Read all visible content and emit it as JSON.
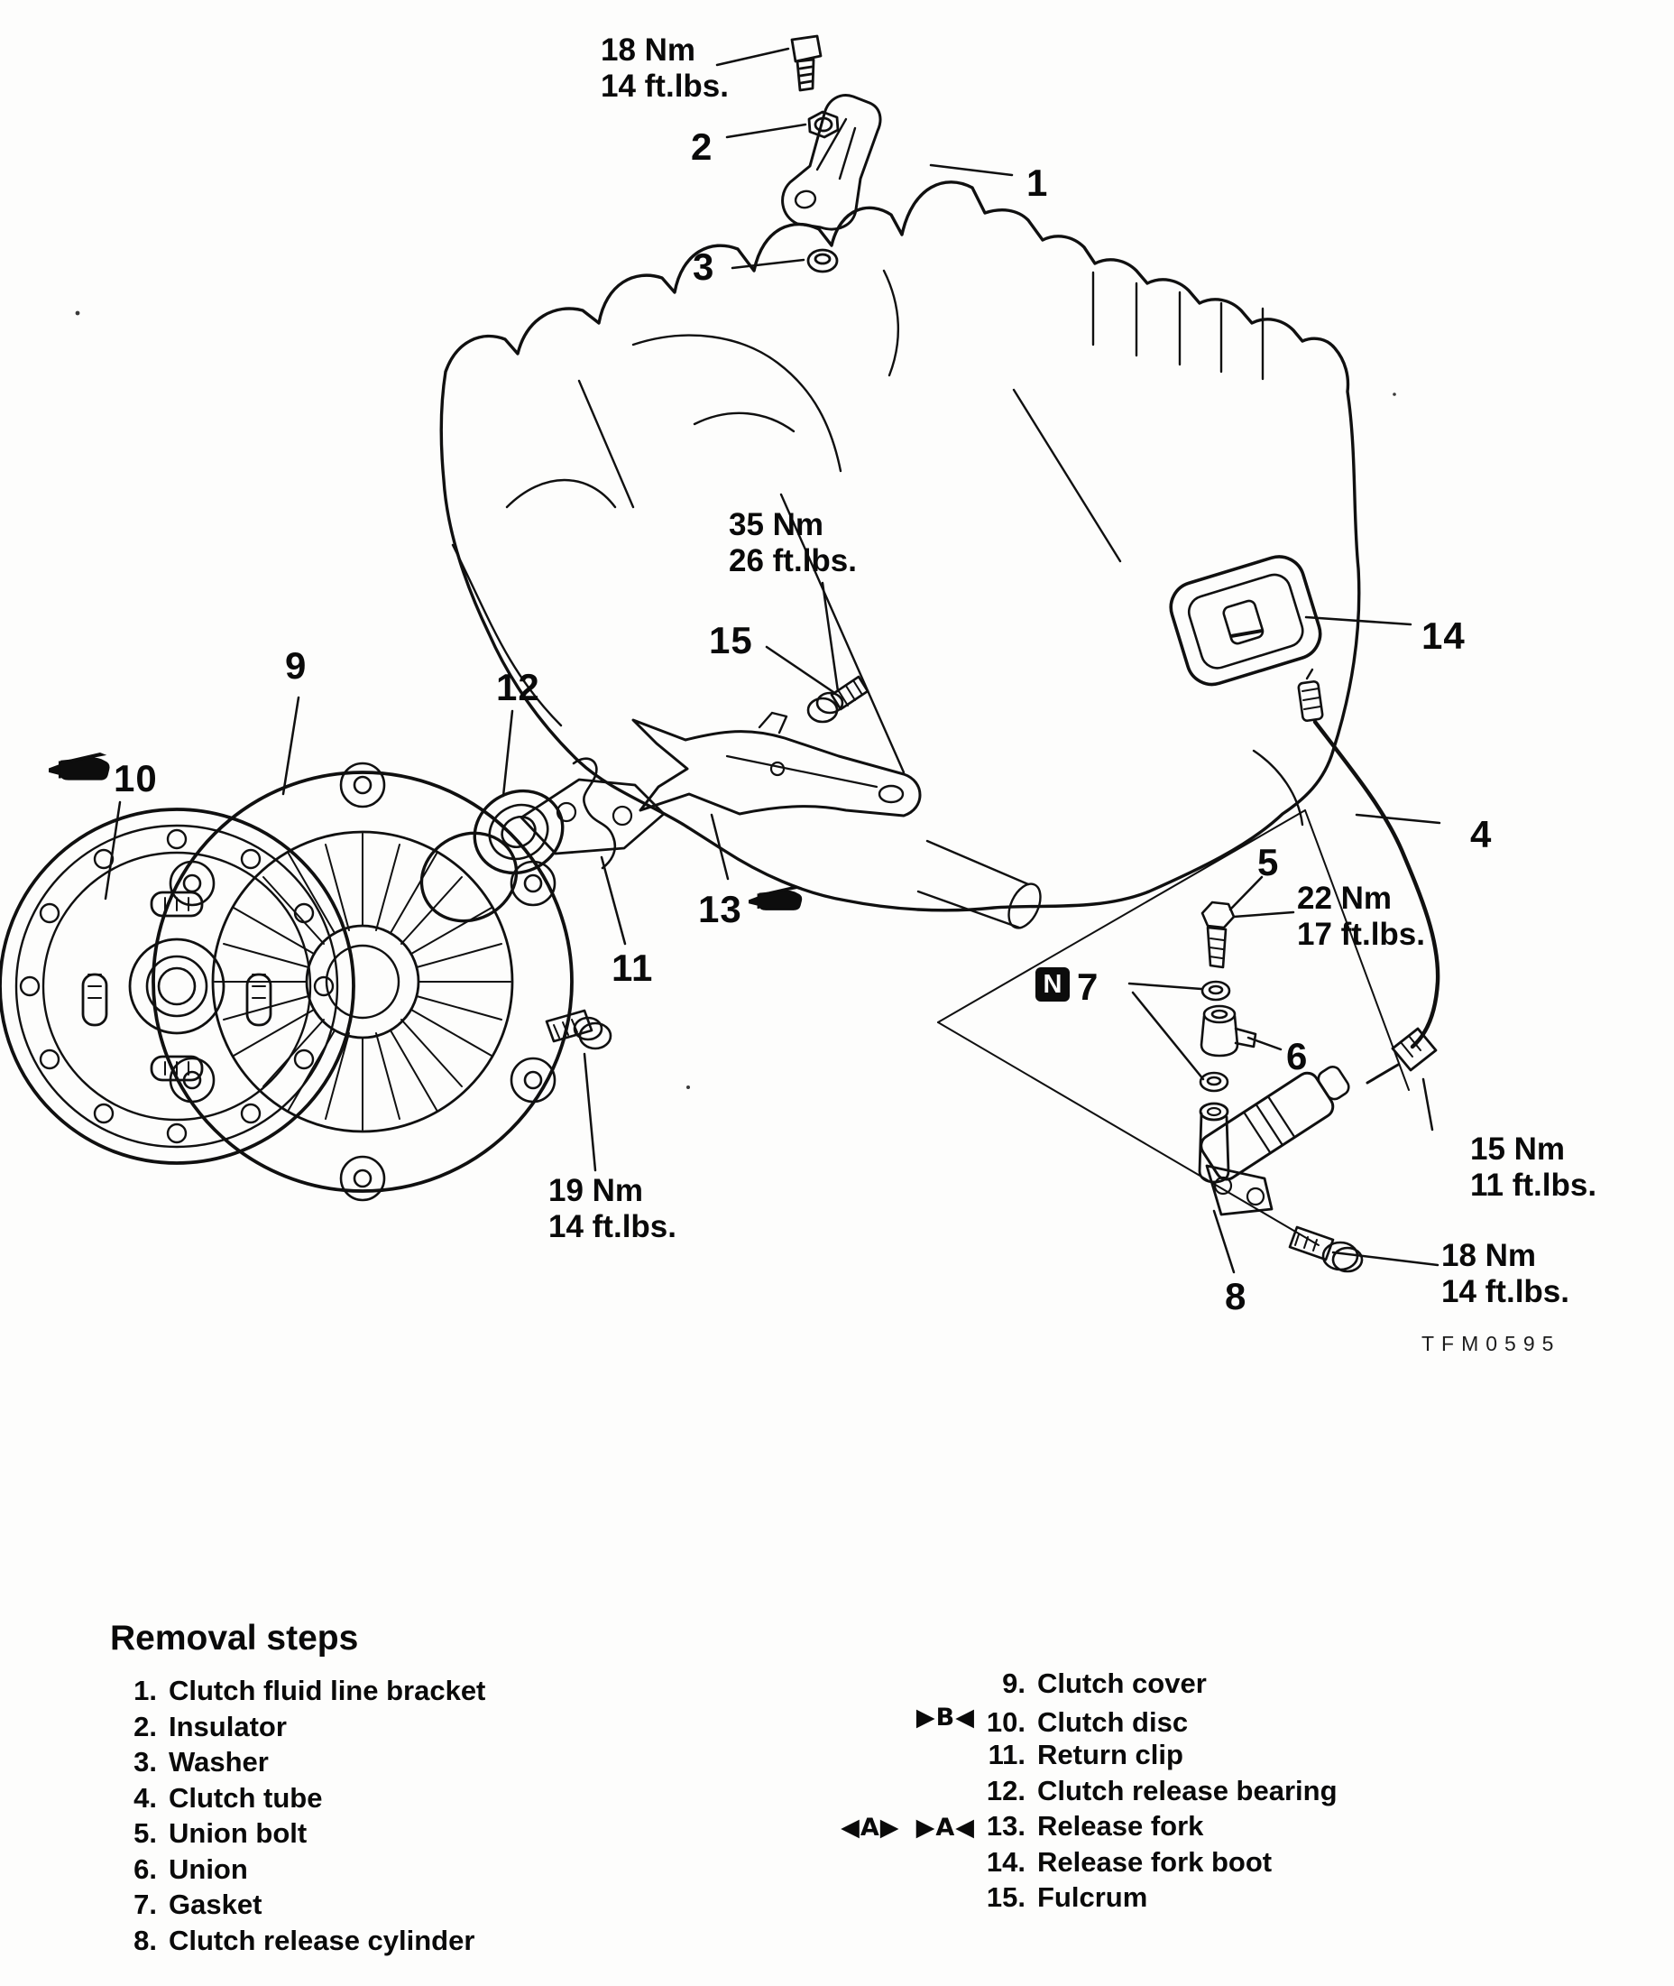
{
  "figure": {
    "code": "TFM0595",
    "non_reusable_symbol": "N",
    "callouts": {
      "c1": "1",
      "c2": "2",
      "c3": "3",
      "c4": "4",
      "c5": "5",
      "c6": "6",
      "c7": "7",
      "c8": "8",
      "c9": "9",
      "c10": "10",
      "c11": "11",
      "c12": "12",
      "c13": "13",
      "c14": "14",
      "c15": "15"
    },
    "torque_labels": {
      "bracket_bolt": {
        "nm": "18 Nm",
        "ftlbs": "14 ft.lbs."
      },
      "fulcrum": {
        "nm": "35 Nm",
        "ftlbs": "26 ft.lbs."
      },
      "union_bolt": {
        "nm": "22 Nm",
        "ftlbs": "17 ft.lbs."
      },
      "tube_flare": {
        "nm": "15 Nm",
        "ftlbs": "11 ft.lbs."
      },
      "cylinder_bolt": {
        "nm": "18 Nm",
        "ftlbs": "14 ft.lbs."
      },
      "cover_bolt": {
        "nm": "19 Nm",
        "ftlbs": "14 ft.lbs."
      }
    }
  },
  "legend": {
    "title": "Removal steps",
    "left": [
      {
        "num": "1.",
        "name": "Clutch fluid line bracket"
      },
      {
        "num": "2.",
        "name": "Insulator"
      },
      {
        "num": "3.",
        "name": "Washer"
      },
      {
        "num": "4.",
        "name": "Clutch tube"
      },
      {
        "num": "5.",
        "name": "Union bolt"
      },
      {
        "num": "6.",
        "name": "Union"
      },
      {
        "num": "7.",
        "name": "Gasket"
      },
      {
        "num": "8.",
        "name": "Clutch release cylinder"
      }
    ],
    "right": [
      {
        "marker_outer": "",
        "marker": "",
        "num": "9.",
        "name": "Clutch cover"
      },
      {
        "marker_outer": "",
        "marker": "▶B◀",
        "num": "10.",
        "name": "Clutch disc"
      },
      {
        "marker_outer": "",
        "marker": "",
        "num": "11.",
        "name": "Return clip"
      },
      {
        "marker_outer": "",
        "marker": "",
        "num": "12.",
        "name": "Clutch release bearing"
      },
      {
        "marker_outer": "◀A▶",
        "marker": "▶A◀",
        "num": "13.",
        "name": "Release fork"
      },
      {
        "marker_outer": "",
        "marker": "",
        "num": "14.",
        "name": "Release fork boot"
      },
      {
        "marker_outer": "",
        "marker": "",
        "num": "15.",
        "name": "Fulcrum"
      }
    ]
  }
}
